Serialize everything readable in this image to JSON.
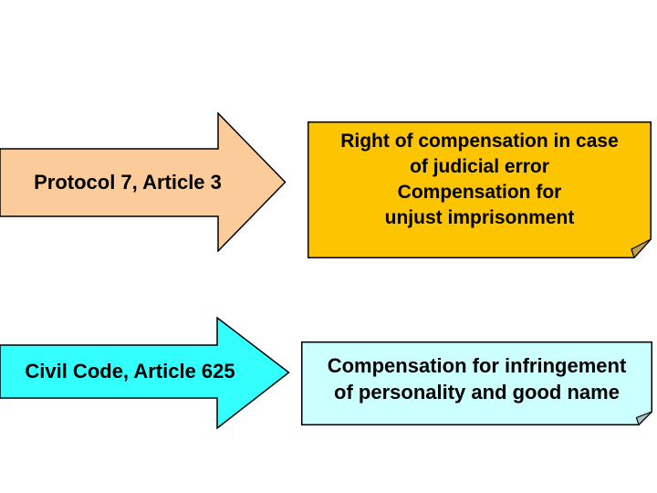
{
  "slide": {
    "background": "#FFFFFF",
    "outline_color": "#000000",
    "text_color": "#000000",
    "rows": [
      {
        "arrow": {
          "label": "Protocol 7, Article 3",
          "fill": "#FBCC99"
        },
        "box": {
          "text": "Right of compensation in case\nof judicial error\nCompensation for\nunjust imprisonment",
          "fill": "#FDC500",
          "fold_fill": "#BFA054"
        }
      },
      {
        "arrow": {
          "label": "Civil Code, Article 625",
          "fill": "#33FFFF"
        },
        "box": {
          "text": "Compensation for infringement\nof personality and good name",
          "fill": "#CCFFFF",
          "fold_fill": "#B0C0C2"
        }
      }
    ]
  }
}
